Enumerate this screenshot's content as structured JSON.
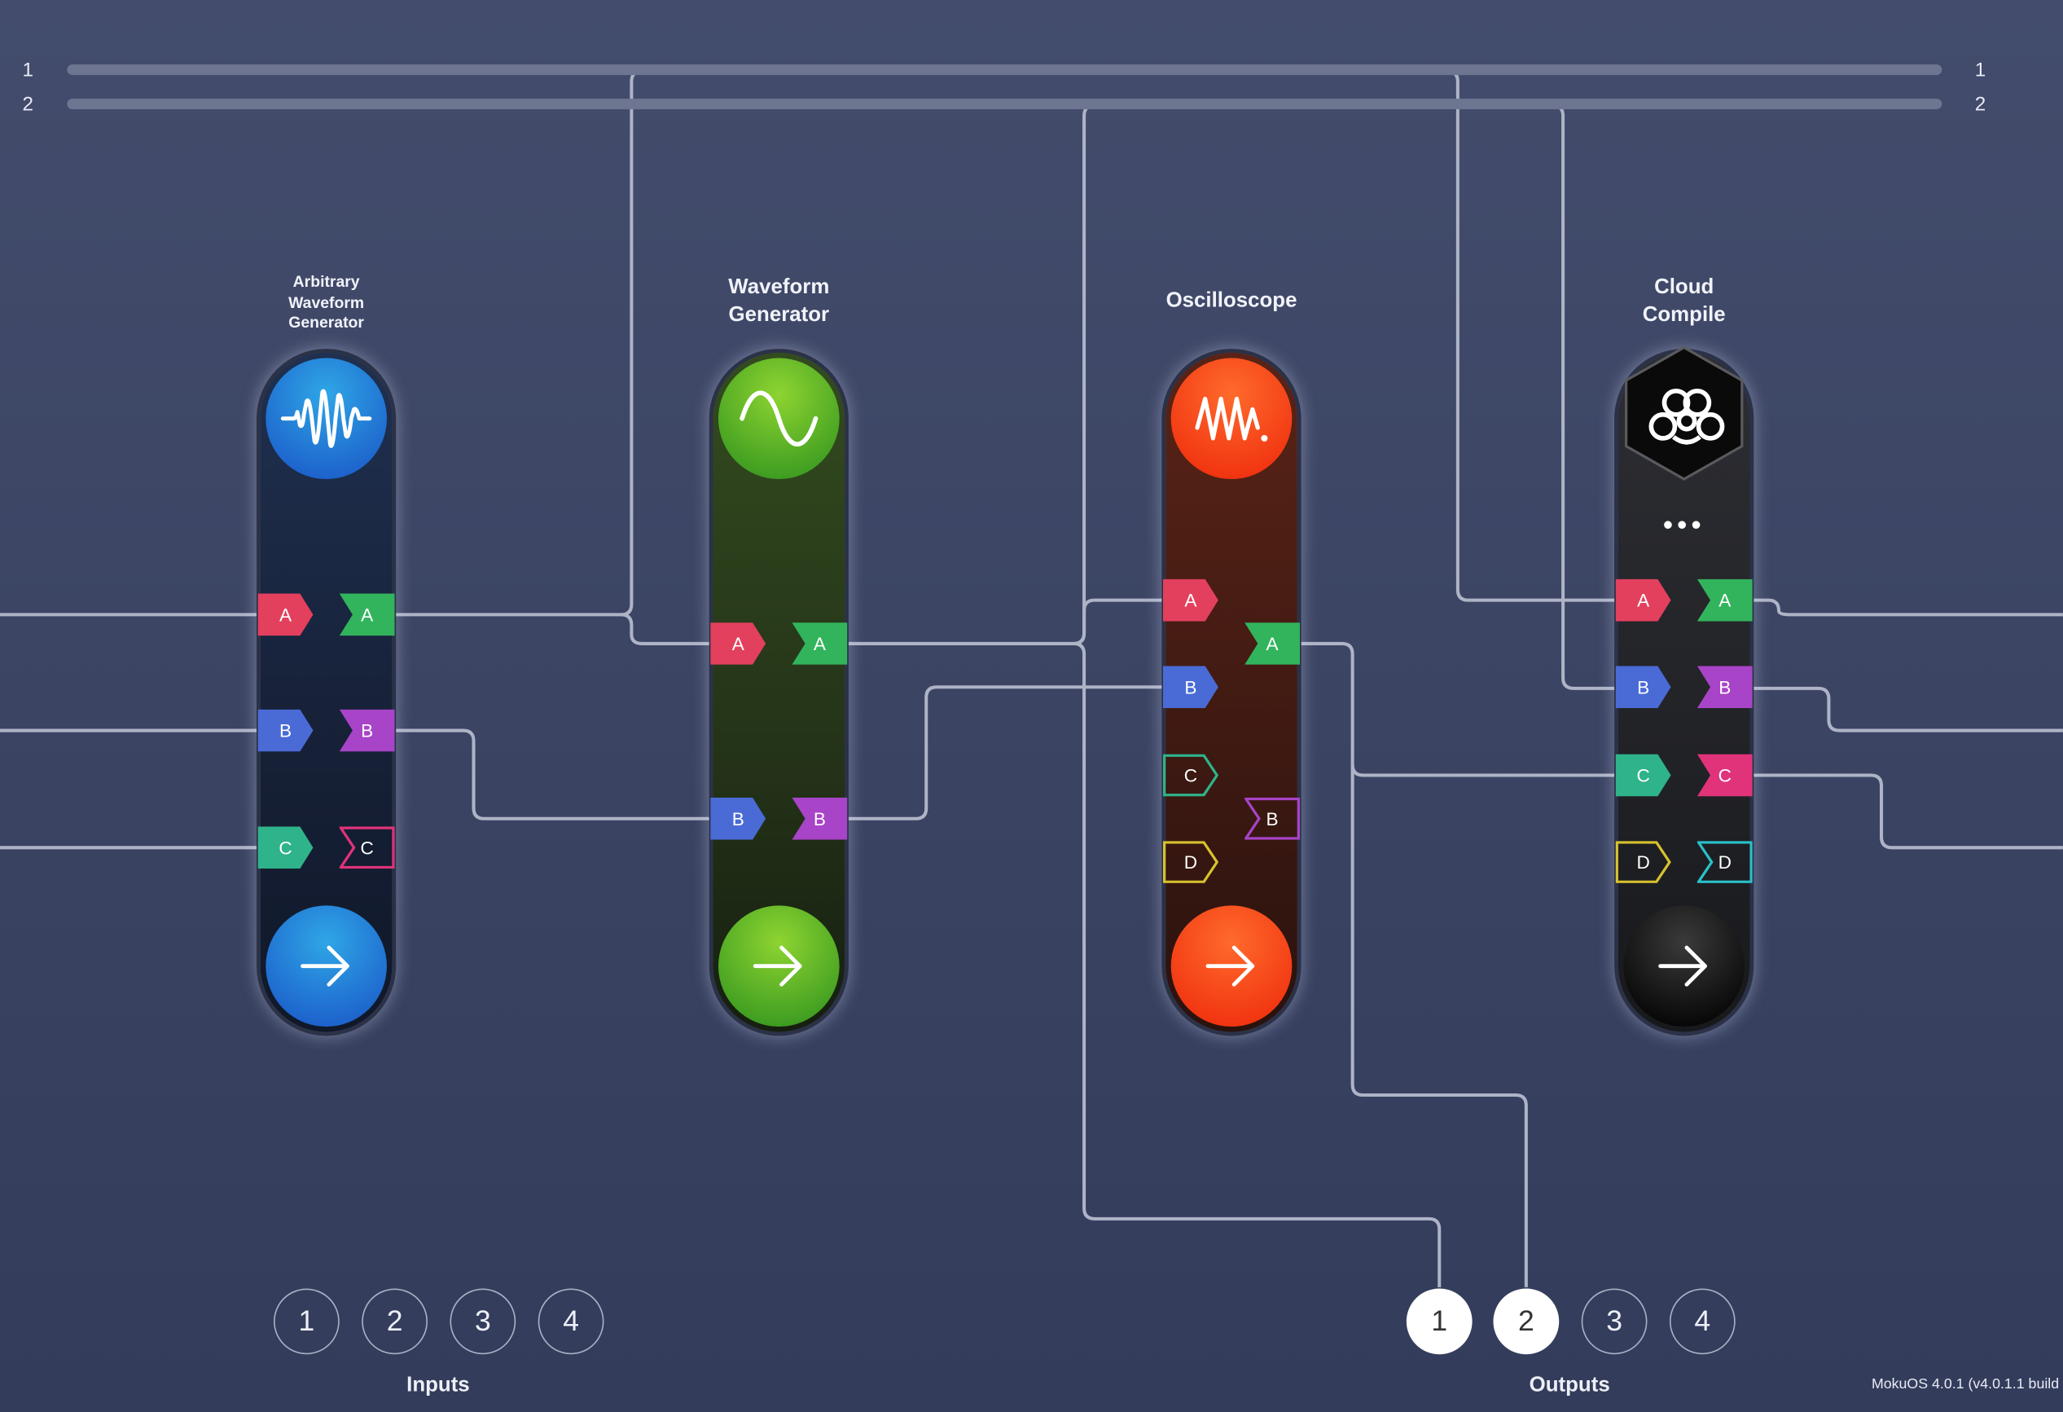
{
  "buses": [
    {
      "left_label": "1",
      "right_label": "1"
    },
    {
      "left_label": "2",
      "right_label": "2"
    }
  ],
  "slots": [
    {
      "title": "Arbitrary\nWaveform\nGenerator",
      "icon": "arbitrary-waveform-icon",
      "inputs": [
        "A",
        "B",
        "C"
      ],
      "outputs": [
        "A",
        "B",
        "C"
      ]
    },
    {
      "title": "Waveform\nGenerator",
      "icon": "sine-wave-icon",
      "inputs": [
        "A",
        "B"
      ],
      "outputs": [
        "A",
        "B"
      ]
    },
    {
      "title": "Oscilloscope",
      "icon": "oscilloscope-icon",
      "inputs": [
        "A",
        "B",
        "C",
        "D"
      ],
      "outputs": [
        "A",
        "B"
      ]
    },
    {
      "title": "Cloud\nCompile",
      "icon": "cloud-compile-icon",
      "menu": "•••",
      "inputs": [
        "A",
        "B",
        "C",
        "D"
      ],
      "outputs": [
        "A",
        "B",
        "C",
        "D"
      ]
    }
  ],
  "inputs": {
    "label": "Inputs",
    "items": [
      "1",
      "2",
      "3",
      "4"
    ]
  },
  "outputs": {
    "label": "Outputs",
    "items": [
      "1",
      "2",
      "3",
      "4"
    ],
    "active": [
      "1",
      "2"
    ]
  },
  "footer": "MokuOS 4.0.1 (v4.0.1.1 build",
  "colors": {
    "port_a": "#e3405e",
    "port_b": "#4a6bd6",
    "port_c": "#2fb38a",
    "port_d": "#d7c22e",
    "out_a": "#32b45c",
    "out_b": "#a844c8",
    "out_c": "#e0337a",
    "out_d": "#29c2c9"
  }
}
